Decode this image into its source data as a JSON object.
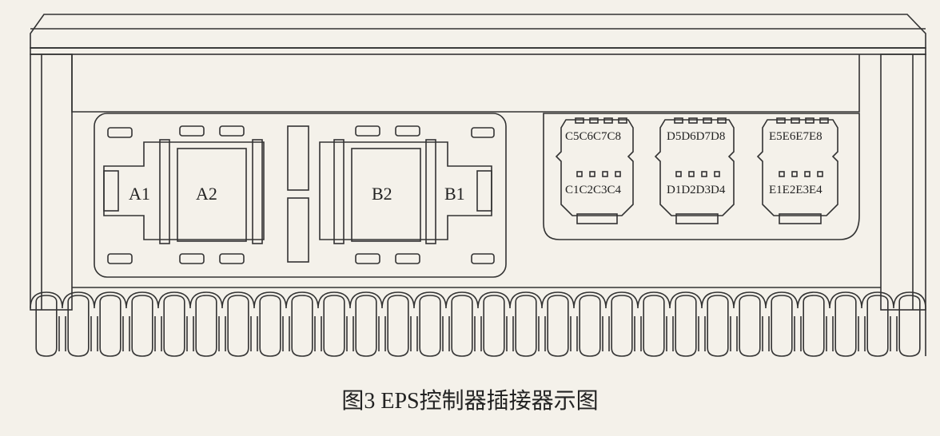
{
  "caption": "图3 EPS控制器插接器示图",
  "connectors_left": {
    "a1": "A1",
    "a2": "A2",
    "b2": "B2",
    "b1": "B1"
  },
  "connectors_right": [
    {
      "id": "c",
      "top_label": "C5C6C7C8",
      "bottom_label": "C1C2C3C4"
    },
    {
      "id": "d",
      "top_label": "D5D6D7D8",
      "bottom_label": "D1D2D3D4"
    },
    {
      "id": "e",
      "top_label": "E5E6E7E8",
      "bottom_label": "E1E2E3E4"
    }
  ],
  "colors": {
    "line": "#333333",
    "background": "#f4f1ea"
  }
}
